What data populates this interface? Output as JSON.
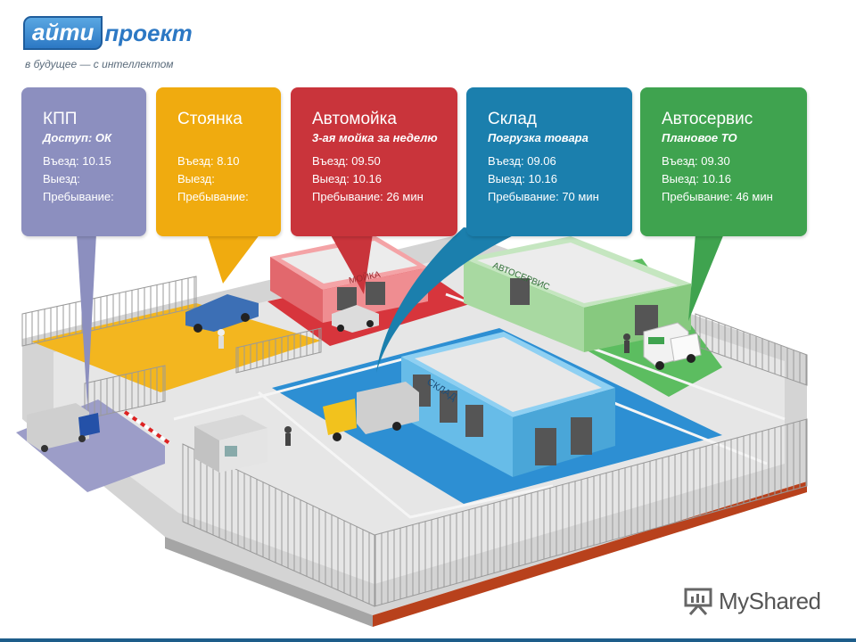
{
  "brand": {
    "logo_part1": "айти",
    "logo_part2": "проект",
    "slogan": "в будущее — с интеллектом"
  },
  "cards": {
    "kpp": {
      "title": "КПП",
      "subtitle": "Доступ: ОК",
      "entry": "Въезд: 10.15",
      "exit": "Выезд:",
      "stay": "Пребывание:",
      "color": "#8c8fbf"
    },
    "stoyanka": {
      "title": "Стоянка",
      "subtitle": "",
      "entry": "Въезд: 8.10",
      "exit": "Выезд:",
      "stay": "Пребывание:",
      "color": "#f0ab0f"
    },
    "avtomoyka": {
      "title": "Автомойка",
      "subtitle": "3-ая мойка за неделю",
      "entry": "Въезд: 09.50",
      "exit": "Выезд: 10.16",
      "stay": "Пребывание: 26 мин",
      "color": "#c9343b"
    },
    "sklad": {
      "title": "Склад",
      "subtitle": "Погрузка товара",
      "entry": "Въезд: 09.06",
      "exit": "Выезд: 10.16",
      "stay": "Пребывание: 70 мин",
      "color": "#1b7fad"
    },
    "avtoservis": {
      "title": "Автосервис",
      "subtitle": "Плановое ТО",
      "entry": "Въезд: 09.30",
      "exit": "Выезд: 10.16",
      "stay": "Пребывание: 46 мин",
      "color": "#3fa34f"
    }
  },
  "buildings": {
    "moyka": "МОЙКА",
    "avtoservis": "АВТОСЕРВИС",
    "sklad": "СКЛАД"
  },
  "footer": {
    "text": "MyShared"
  }
}
